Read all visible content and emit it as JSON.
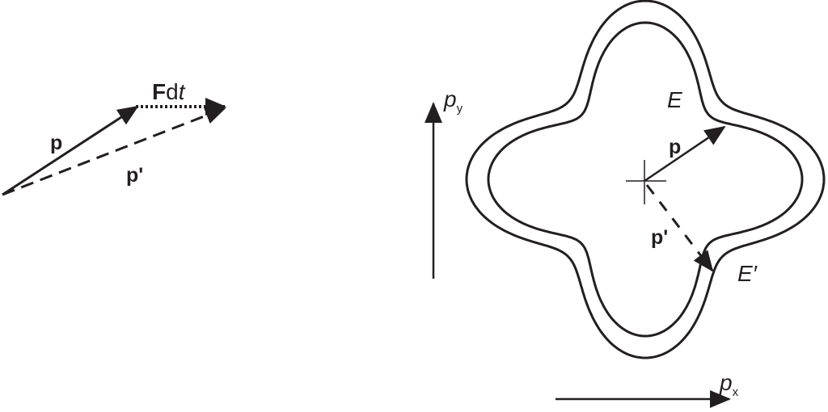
{
  "left_diagram": {
    "p_label": "p",
    "p_prime_label": "p'",
    "force_label_bold": "F",
    "force_label_d": "d",
    "force_label_t": "t"
  },
  "right_diagram": {
    "py_label": "p",
    "py_sub": "y",
    "px_label": "p",
    "px_sub": "x",
    "E_label": "E",
    "E_prime_label": "E′",
    "p_label": "p",
    "p_prime_label": "p'"
  },
  "colors": {
    "ink": "#231f20",
    "background": "#ffffff"
  }
}
